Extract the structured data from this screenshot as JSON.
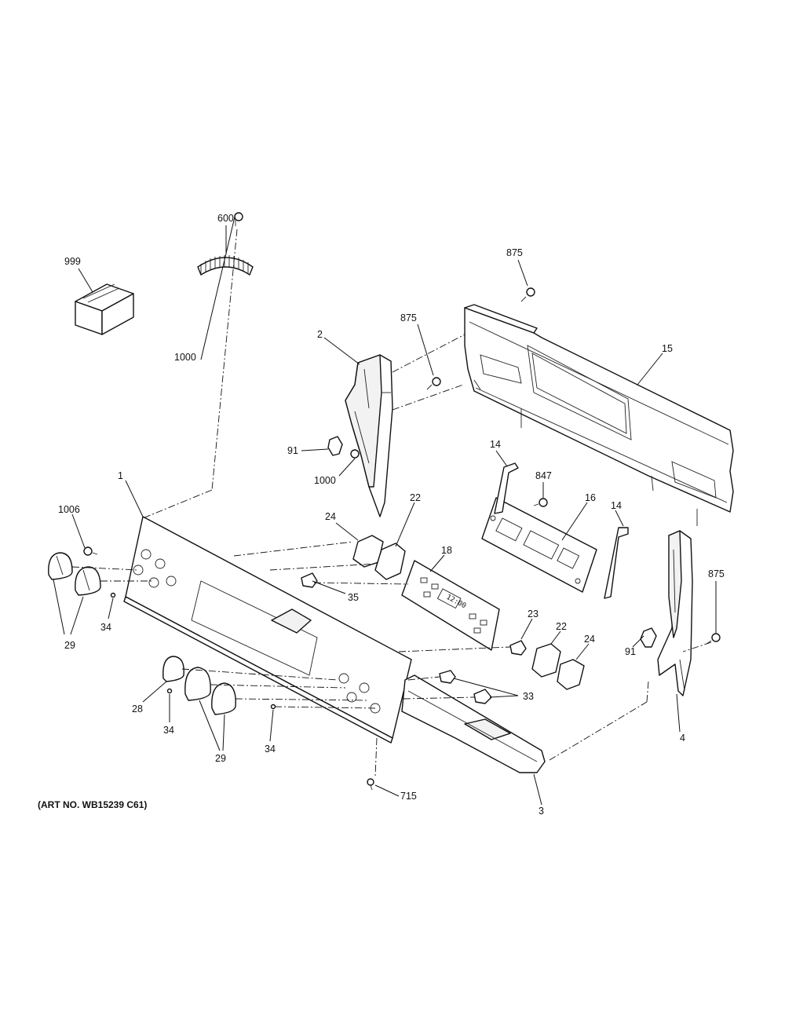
{
  "callouts": {
    "c600": "600",
    "c999": "999",
    "c875a": "875",
    "c875b": "875",
    "c875c": "875",
    "c2": "2",
    "c15": "15",
    "c1000a": "1000",
    "c1000b": "1000",
    "c91a": "91",
    "c91b": "91",
    "c14a": "14",
    "c14b": "14",
    "c847": "847",
    "c16": "16",
    "c1": "1",
    "c1006": "1006",
    "c22a": "22",
    "c22b": "22",
    "c24a": "24",
    "c24b": "24",
    "c18": "18",
    "c35": "35",
    "c29a": "29",
    "c29b": "29",
    "c34a": "34",
    "c34b": "34",
    "c34c": "34",
    "c23": "23",
    "c28": "28",
    "c33": "33",
    "c4": "4",
    "c3": "3",
    "c715": "715"
  },
  "display_readout": "12:00",
  "art_number": "(ART NO. WB15239 C61)"
}
